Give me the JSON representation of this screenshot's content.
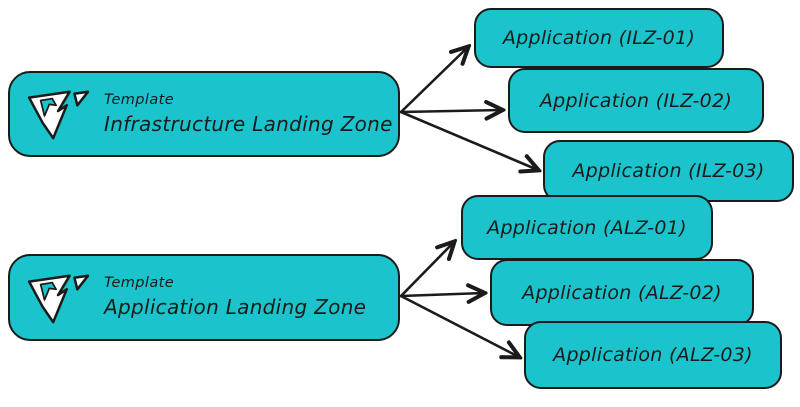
{
  "canvas": {
    "background": "#ffffff"
  },
  "colors": {
    "box_fill": "#1bc3cc",
    "box_border": "#1b1b1b",
    "text": "#1b1b1b",
    "arrow": "#1b1b1b",
    "logo_fill": "#ffffff"
  },
  "icons": {
    "template_logo": "nuon-mark-icon"
  },
  "templates": [
    {
      "kind": "Template",
      "name": "Infrastructure Landing Zone"
    },
    {
      "kind": "Template",
      "name": "Application Landing Zone"
    }
  ],
  "applications": [
    {
      "label": "Application (ILZ-01)"
    },
    {
      "label": "Application (ILZ-02)"
    },
    {
      "label": "Application (ILZ-03)"
    },
    {
      "label": "Application (ALZ-01)"
    },
    {
      "label": "Application (ALZ-02)"
    },
    {
      "label": "Application (ALZ-03)"
    }
  ]
}
